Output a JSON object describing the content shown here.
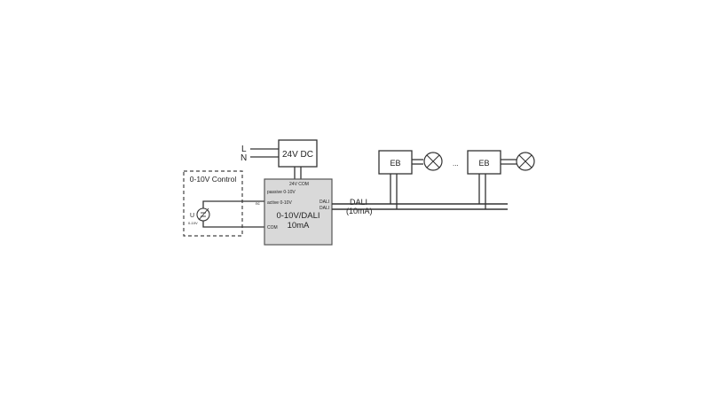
{
  "supply": {
    "line_l": "L",
    "line_n": "N",
    "psu_label": "24V DC"
  },
  "control": {
    "title": "0-10V Control",
    "source_symbol": "U",
    "source_range": "0-10V"
  },
  "converter": {
    "top_terminals": "24V  COM",
    "passive_terminal": "passive  0-10V",
    "active_terminal": "active  0-10V",
    "nc_label": "nc",
    "com_terminal": "COM",
    "dali_terminal_1": "DALI",
    "dali_terminal_2": "DALI",
    "name_line1": "0-10V/DALI",
    "name_line2": "10mA"
  },
  "bus": {
    "label_line1": "DALI",
    "label_line2": "(10mA)"
  },
  "ballasts": [
    {
      "label": "EB"
    },
    {
      "label": "EB"
    }
  ],
  "ellipsis": "..."
}
